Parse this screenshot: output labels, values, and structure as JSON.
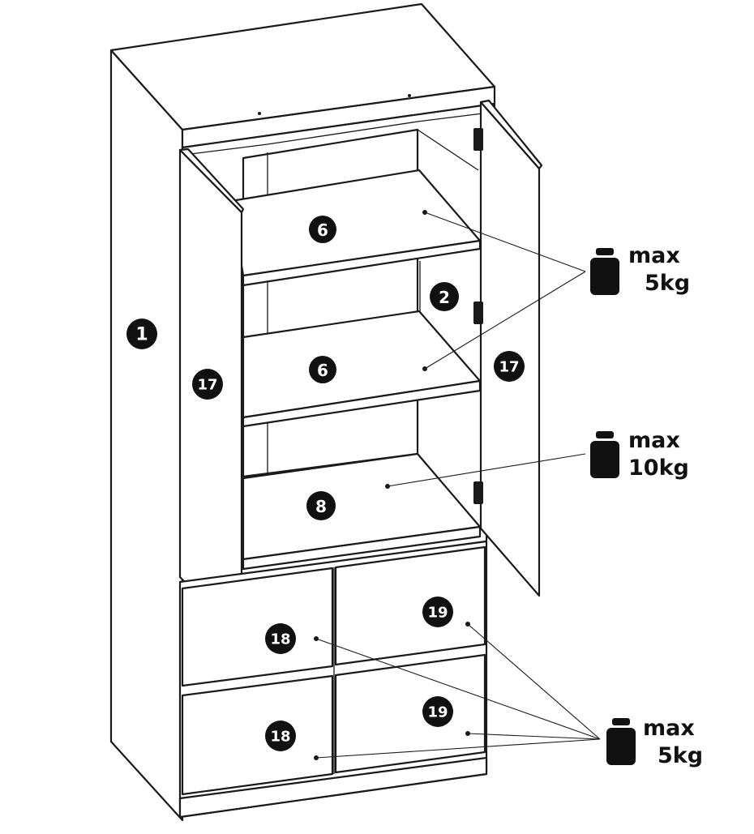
{
  "parts": {
    "side_panel": "1",
    "shelf_top": "6",
    "shelf_middle": "6",
    "shelf_divider": "2",
    "bottom_shelf": "8",
    "door_left": "17",
    "door_right": "17",
    "drawer_front_left_top": "18",
    "drawer_front_left_bottom": "18",
    "drawer_front_right_top": "19",
    "drawer_front_right_bottom": "19"
  },
  "weight_limits": {
    "shelves": {
      "max_label": "max",
      "value": "5kg",
      "kg": 5
    },
    "bottom_shelf": {
      "max_label": "max",
      "value": "10kg",
      "kg": 10
    },
    "drawers": {
      "max_label": "max",
      "value": "5kg",
      "kg": 5
    }
  },
  "icons": [
    "weight-icon",
    "hinge-icon"
  ],
  "colors": {
    "line": "#1a1a1a",
    "badge": "#111111",
    "background": "#ffffff"
  }
}
